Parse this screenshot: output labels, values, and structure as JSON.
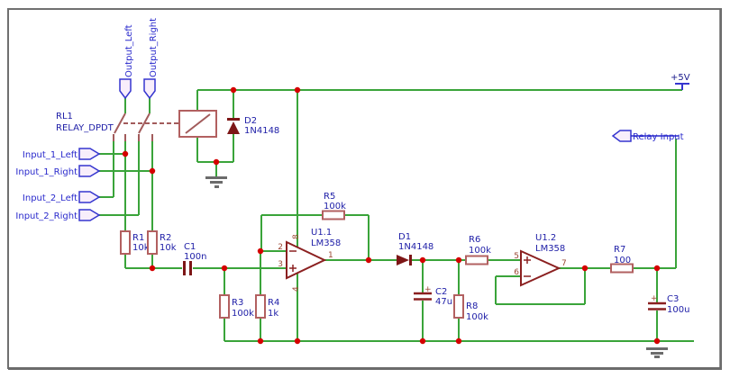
{
  "power": {
    "vcc_label": "+5V"
  },
  "relay": {
    "ref": "RL1",
    "value": "RELAY_DPDT"
  },
  "ports": {
    "output_left": "Output_Left",
    "output_right": "Output_Right",
    "input_1_left": "Input_1_Left",
    "input_1_right": "Input_1_Right",
    "input_2_left": "Input_2_Left",
    "input_2_right": "Input_2_Right",
    "relay_input": "Relay Input"
  },
  "components": {
    "R1": {
      "ref": "R1",
      "value": "10k"
    },
    "R2": {
      "ref": "R2",
      "value": "10k"
    },
    "R3": {
      "ref": "R3",
      "value": "100k"
    },
    "R4": {
      "ref": "R4",
      "value": "1k"
    },
    "R5": {
      "ref": "R5",
      "value": "100k"
    },
    "R6": {
      "ref": "R6",
      "value": "100k"
    },
    "R7": {
      "ref": "R7",
      "value": "100"
    },
    "R8": {
      "ref": "R8",
      "value": "100k"
    },
    "C1": {
      "ref": "C1",
      "value": "100n"
    },
    "C2": {
      "ref": "C2",
      "value": "47u",
      "polarity": "+"
    },
    "C3": {
      "ref": "C3",
      "value": "100u",
      "polarity": "+"
    },
    "D1": {
      "ref": "D1",
      "value": "1N4148"
    },
    "D2": {
      "ref": "D2",
      "value": "1N4148"
    },
    "U1A": {
      "ref": "U1.1",
      "value": "LM358",
      "pins": {
        "inv": "2",
        "noninv": "3",
        "out": "1",
        "vcc": "8",
        "gnd": "4"
      }
    },
    "U1B": {
      "ref": "U1.2",
      "value": "LM358",
      "pins": {
        "noninv": "5",
        "inv": "6",
        "out": "7"
      }
    }
  },
  "colors": {
    "wire": "#3aa43a",
    "component": "#b26060",
    "junction": "#d40000",
    "label": "#2020a8",
    "port": "#3535cf"
  }
}
